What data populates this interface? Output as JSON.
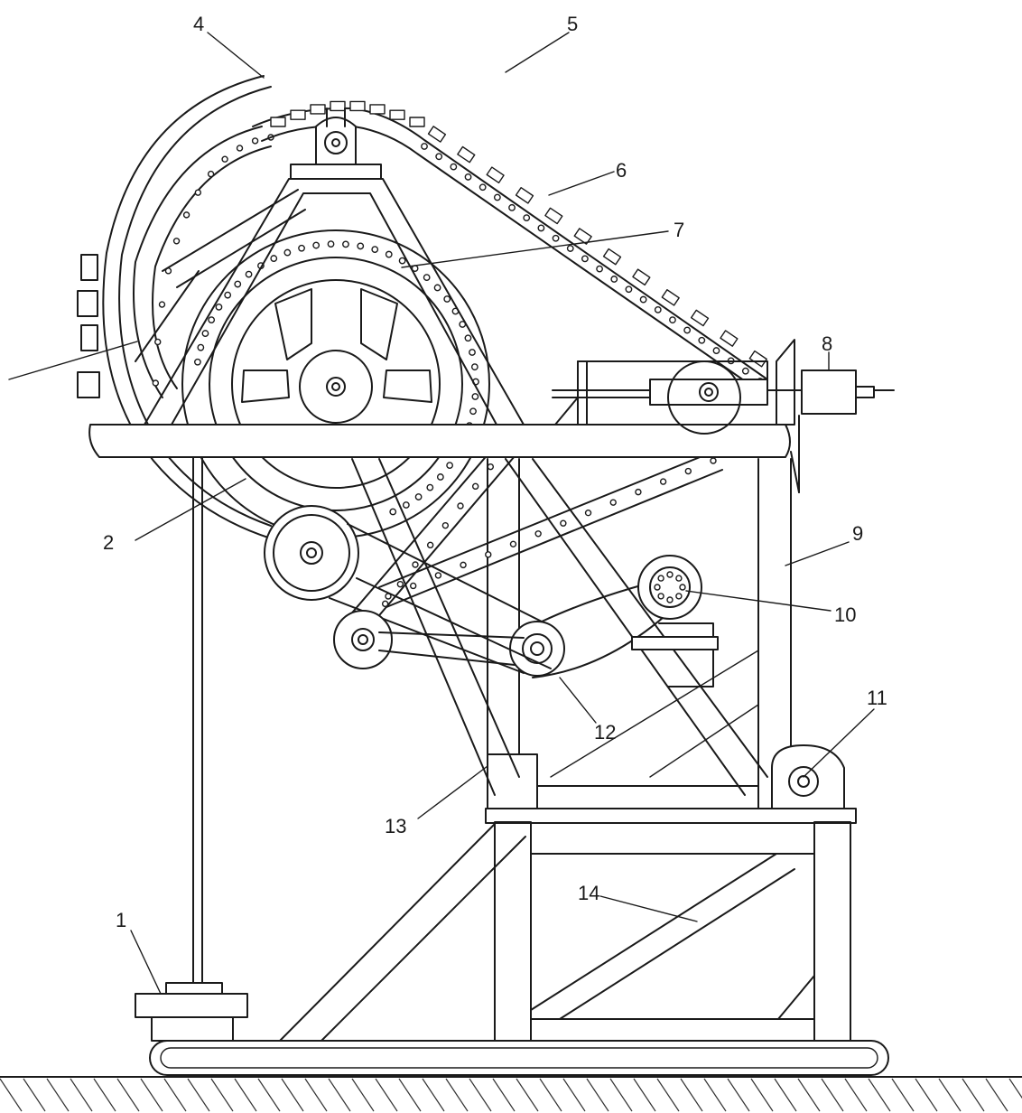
{
  "labels": {
    "l1": "1",
    "l2": "2",
    "l4": "4",
    "l5": "5",
    "l6": "6",
    "l7": "7",
    "l8": "8",
    "l9": "9",
    "l10": "10",
    "l11": "11",
    "l12": "12",
    "l13": "13",
    "l14": "14"
  }
}
